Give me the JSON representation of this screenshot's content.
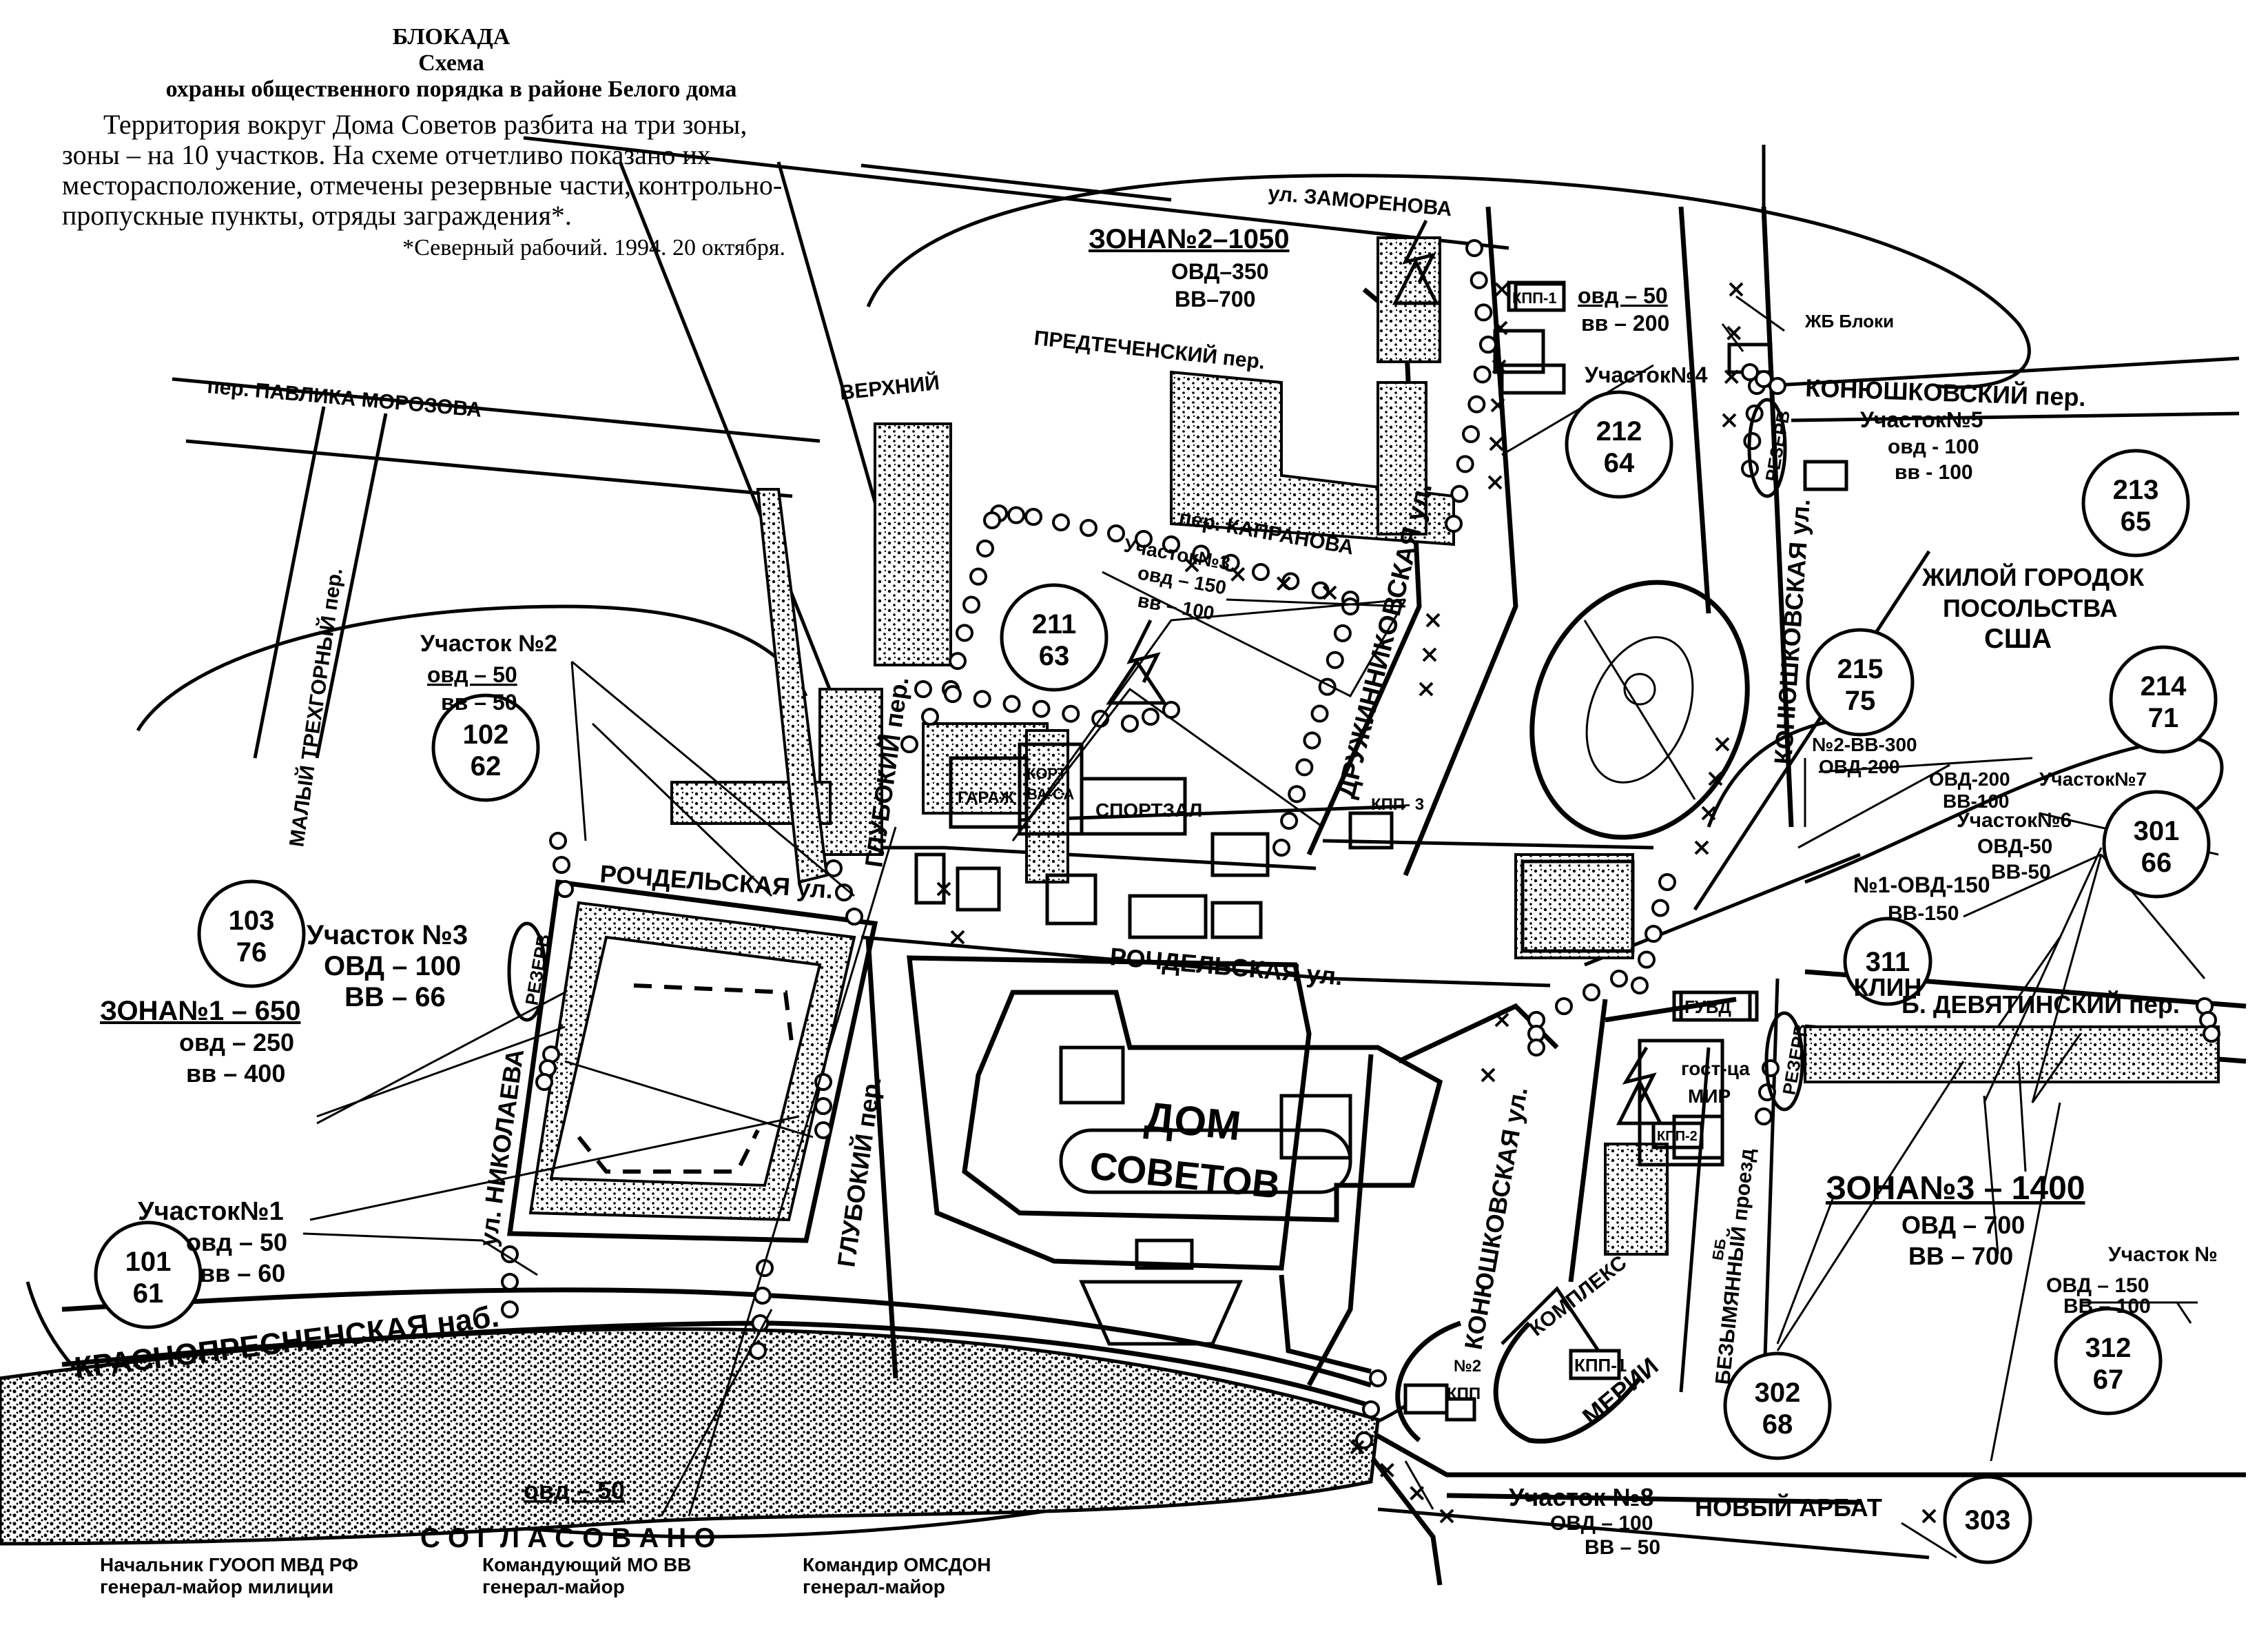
{
  "header": {
    "title": "БЛОКАДА",
    "subtitle1": "Схема",
    "subtitle2": "охраны общественного порядка в районе Белого дома",
    "description": "Территория вокруг Дома Советов разбита на три зоны, зоны – на 10 участков. На схеме отчетливо показано их месторасположение, отмечены резервные части, контрольно-пропускные пункты, отряды заграждения*.",
    "source": "*Северный рабочий. 1994. 20 октября."
  },
  "streets": {
    "zamorenova": "ул. ЗАМОРЕНОВА",
    "predtechensky": "ПРЕДТЕЧЕНСКИЙ пер.",
    "verkhny": "ВЕРХНИЙ",
    "pavlika": "пер. ПАВЛИКА МОРОЗОВА",
    "maly_trekhgorny": "МАЛЫЙ ТРЕХГОРНЫЙ пер.",
    "kapranova": "пер. КАПРАНОВА",
    "druzhinnikovskaya": "ДРУЖИННИКОВСКАЯ ул.",
    "konyushkovsky": "КОНЮШКОВСКИЙ пер.",
    "konyushkovskaya_top": "КОНЮШКОВСКАЯ ул.",
    "glubokiy_top": "ГЛУБОКИЙ пер.",
    "glubokiy_bottom": "ГЛУБОКИЙ пер.",
    "rochdelskaya_left": "РОЧДЕЛЬСКАЯ ул.",
    "rochdelskaya_center": "РОЧДЕЛЬСКАЯ ул.",
    "nikolaeva": "ул. НИКОЛАЕВА",
    "krasnopresnenskaya": "КРАСНОПРЕСНЕНСКАЯ наб.",
    "konyushkovskaya_bottom": "КОНЮШКОВСКАЯ ул.",
    "bezymyanny": "БЕЗЫМЯННЫЙ проезд",
    "devyatinsky": "Б. ДЕВЯТИНСКИЙ пер.",
    "novy_arbat": "НОВЫЙ АРБАТ"
  },
  "buildings": {
    "dom_line1": "ДОМ",
    "dom_line2": "СОВЕТОВ",
    "embassy_l1": "ЖИЛОЙ ГОРОДОК",
    "embassy_l2": "ПОСОЛЬСТВА",
    "embassy_l3": "США",
    "hotel_l1": "гост-ца",
    "hotel_l2": "МИР",
    "kompleks": "КОМПЛЕКС",
    "merii": "МЕРИИ",
    "sportzal": "СПОРТЗАЛ",
    "garazh": "ГАРАЖ",
    "kort": "КОРТ",
    "kort2": "ВА-СА",
    "guvd": "ГУВД",
    "zhb": "ЖБ Блоки",
    "bb": "ББ",
    "klin": "КЛИН"
  },
  "zones": {
    "zone1": {
      "title": "ЗОНА№1 – 650",
      "l1": "овд – 250",
      "l2": "вв – 400"
    },
    "zone2": {
      "title": "ЗОНА№2–1050",
      "l1": "ОВД–350",
      "l2": "ВВ–700"
    },
    "zone3": {
      "title": "ЗОНА№3 – 1400",
      "l1": "ОВД – 700",
      "l2": "ВВ – 700"
    }
  },
  "sections": {
    "s1": {
      "title": "Участок№1",
      "l1": "овд – 50",
      "l2": "вв – 60"
    },
    "s2": {
      "title": "Участок №2",
      "l1": "овд – 50",
      "l2": "вв – 50"
    },
    "s3": {
      "title": "Участок №3",
      "l1": "ОВД – 100",
      "l2": "ВВ – 66"
    },
    "s3b": {
      "title": "Участок№3",
      "l1": "овд – 150",
      "l2": "вв – 100"
    },
    "s4": {
      "title": "Участок№4",
      "l1": "овд – 50",
      "l2": "вв – 200"
    },
    "s5": {
      "title": "Участок№5",
      "l1": "овд - 100",
      "l2": "вв - 100"
    },
    "s6": {
      "title": "Участок№6",
      "l1": "ОВД-50",
      "l2": "ВВ-50"
    },
    "s7": {
      "title": "Участок№7",
      "l1": "ОВД-200",
      "l2": "ВВ-100"
    },
    "s8": {
      "title": "Участок №8",
      "l1": "ОВД – 100",
      "l2": "ВВ – 50"
    },
    "s9": {
      "title": "Участок №",
      "l1": "ОВД – 150",
      "l2": "ВВ – 100"
    },
    "n2": {
      "l1": "№2-ВВ-300",
      "l2": "ОВД-200"
    },
    "n1": {
      "l1": "№1-ОВД-150",
      "l2": "ВВ-150"
    },
    "bottom_ovd": "овд – 50"
  },
  "circles": [
    {
      "top": "102",
      "bottom": "62"
    },
    {
      "top": "103",
      "bottom": "76"
    },
    {
      "top": "101",
      "bottom": "61"
    },
    {
      "top": "211",
      "bottom": "63"
    },
    {
      "top": "212",
      "bottom": "64"
    },
    {
      "top": "213",
      "bottom": "65"
    },
    {
      "top": "215",
      "bottom": "75"
    },
    {
      "top": "214",
      "bottom": "71"
    },
    {
      "top": "301",
      "bottom": "66"
    },
    {
      "top": "311",
      "bottom": ""
    },
    {
      "top": "302",
      "bottom": "68"
    },
    {
      "top": "312",
      "bottom": "67"
    },
    {
      "top": "303",
      "bottom": ""
    }
  ],
  "checkpoints": {
    "kpp1": "КПП-1",
    "kpp3": "КПП- 3",
    "kpp1b": "КПП-1",
    "kpp2a": "№2",
    "kpp2b": "КПП",
    "kpp2c": "КПП-2"
  },
  "reserve": "РЕЗЕРВ",
  "signatures": {
    "agreed": "С О Г Л А С О В А Н О",
    "sig1_l1": "Начальник ГУООП МВД РФ",
    "sig1_l2": "генерал-майор милиции",
    "sig2_l1": "Командующий МО ВВ",
    "sig2_l2": "генерал-майор",
    "sig3_l1": "Командир ОМСДОН",
    "sig3_l2": "генерал-майор"
  },
  "colors": {
    "ink": "#000000",
    "paper": "#ffffff"
  }
}
